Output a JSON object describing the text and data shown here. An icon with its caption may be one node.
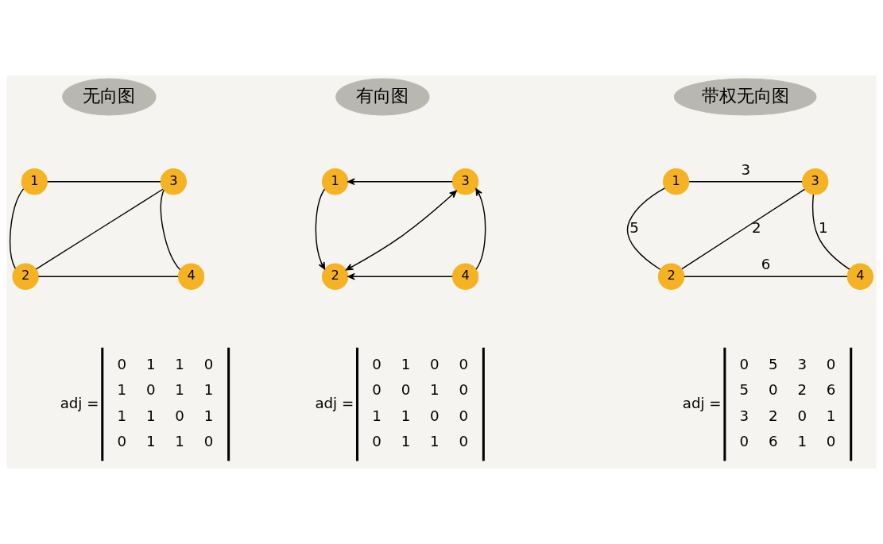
{
  "diagram": {
    "nodes": [
      {
        "text": [
          "无向图"
        ]
      },
      {
        "text": [
          "1"
        ]
      },
      {
        "text": [
          "3"
        ]
      },
      {
        "text": [
          "2"
        ]
      },
      {
        "text": [
          "4"
        ]
      },
      {
        "text": [
          "有向图"
        ]
      },
      {
        "text": [
          "1"
        ]
      },
      {
        "text": [
          "3"
        ]
      },
      {
        "text": [
          "2"
        ]
      },
      {
        "text": [
          "4"
        ]
      },
      {
        "text": [
          "带权无向图"
        ]
      },
      {
        "text": [
          "1"
        ]
      },
      {
        "text": [
          "3"
        ]
      },
      {
        "text": [
          "2"
        ]
      },
      {
        "text": [
          "4"
        ]
      }
    ],
    "edges": [
      {
        "from": 1,
        "to": 2,
        "arrow": "none"
      },
      {
        "from": 1,
        "to": 3,
        "arrow": "none"
      },
      {
        "from": 2,
        "to": 3,
        "arrow": "none"
      },
      {
        "from": 2,
        "to": 4,
        "arrow": "none"
      },
      {
        "from": 3,
        "to": 4,
        "arrow": "none"
      },
      {
        "from": 7,
        "to": 6,
        "arrow": "to"
      },
      {
        "from": 6,
        "to": 8,
        "arrow": "to"
      },
      {
        "from": 8,
        "to": 7,
        "arrow": "both"
      },
      {
        "from": 9,
        "to": 7,
        "arrow": "to"
      },
      {
        "from": 9,
        "to": 8,
        "arrow": "to"
      },
      {
        "from": 11,
        "to": 12,
        "arrow": "none",
        "label": "3"
      },
      {
        "from": 11,
        "to": 13,
        "arrow": "none",
        "label": "5"
      },
      {
        "from": 12,
        "to": 13,
        "arrow": "none",
        "label": "2"
      },
      {
        "from": 12,
        "to": 14,
        "arrow": "none",
        "label": "1"
      },
      {
        "from": 13,
        "to": 14,
        "arrow": "none",
        "label": "6"
      }
    ],
    "labels": [
      "adj =",
      "0",
      "1",
      "1",
      "0",
      "1",
      "0",
      "1",
      "1",
      "1",
      "1",
      "0",
      "1",
      "0",
      "1",
      "1",
      "0",
      "adj =",
      "0",
      "1",
      "0",
      "0",
      "0",
      "0",
      "1",
      "0",
      "1",
      "1",
      "0",
      "0",
      "0",
      "1",
      "1",
      "0",
      "adj =",
      "0",
      "5",
      "3",
      "0",
      "5",
      "0",
      "2",
      "6",
      "3",
      "2",
      "0",
      "1",
      "0",
      "6",
      "1",
      "0"
    ]
  }
}
